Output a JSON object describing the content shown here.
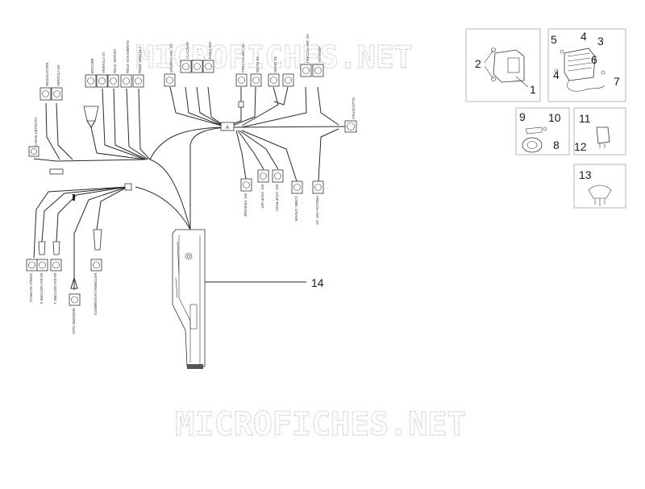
{
  "watermark": "MICROFICHES.NET",
  "callouts": {
    "c1": "1",
    "c2": "2",
    "c3": "3",
    "c4a": "4",
    "c4b": "4",
    "c5": "5",
    "c6": "6",
    "c7": "7",
    "c8": "8",
    "c9": "9",
    "c10": "10",
    "c11": "11",
    "c12": "12",
    "c13": "13",
    "c14": "14"
  },
  "hub_a": "A",
  "connector_labels": {
    "cavo_bluetooth": "CAN BLUETOOTH",
    "regolatore": "REGOLATORE",
    "ventola": "VENTOLA DX",
    "motore": "MOTORE",
    "ventola_sx": "VENTOLA SX",
    "rele_servizi": "RELE' SERVIZI",
    "rele_avviamento": "RELE' AVVIAMENTO",
    "rele_ventola": "RELE' VENTOLA",
    "gruppo_ant": "GRUPPO ANT. SX",
    "clacson": "CLACSON",
    "fanalino": "FANALINO",
    "freccia_ant_sx": "FRECCIA ANT. SX",
    "devio_sx": "DEVIO SX",
    "devio_dx": "DEVIO DX",
    "freccia_ant_dx": "FRECCIA ANT. DX",
    "antenna": "ANTENNA",
    "cruscotto": "CRUSCOTTO",
    "int_frizione": "INT. FRIZIONE",
    "int_stop_ant": "INT. STOP ANT.",
    "int_stop_post": "INT. STOP POST.",
    "comm_chiave": "COMM. CHIAVE",
    "freccia_ant_dx2": "FRECCIA ANT. DX",
    "massa_motore_2": "MASSA MOTORE 2",
    "massa_motore_1": "MASSA MOTORE 1",
    "motorino_avv": "MOTORINO AVVIAMENTO",
    "sensore_olio": "SENSORE OLIO",
    "sonda_scarico": "SONDA SCARICO"
  }
}
